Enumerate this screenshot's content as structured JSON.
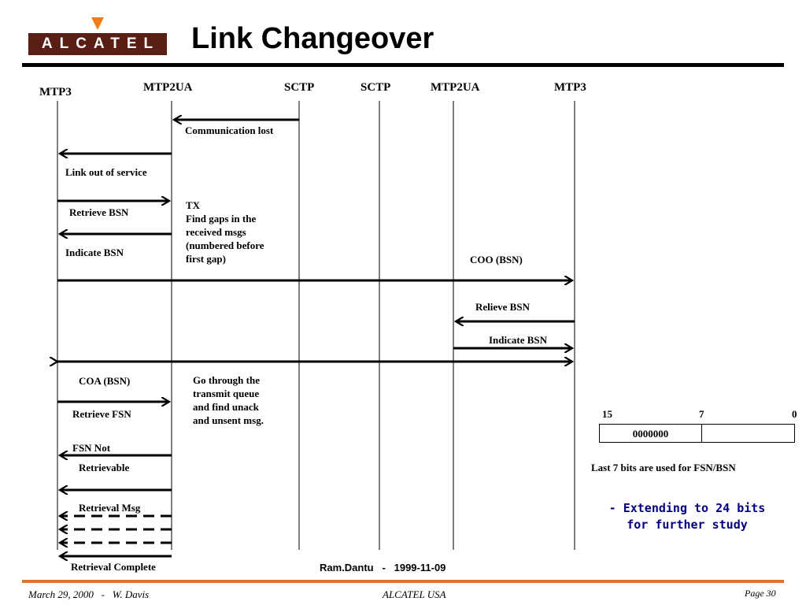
{
  "header": {
    "logo_text": "ALCATEL",
    "title": "Link Changeover"
  },
  "columns": [
    "MTP3",
    "MTP2UA",
    "SCTP",
    "SCTP",
    "MTP2UA",
    "MTP3"
  ],
  "messages": {
    "communication_lost": "Communication lost",
    "link_out_of_service": "Link out of service",
    "retrieve_bsn": "Retrieve BSN",
    "indicate_bsn_left": "Indicate BSN",
    "coo_bsn": "COO (BSN)",
    "relieve_bsn": "Relieve BSN",
    "indicate_bsn_right": "Indicate BSN",
    "coa_bsn": "COA (BSN)",
    "retrieve_fsn": "Retrieve FSN",
    "fsn_not": "FSN Not",
    "retrievable": "Retrievable",
    "retrieval_msg": "Retrieval Msg",
    "retrieval_complete": "Retrieval Complete"
  },
  "notes": {
    "tx_lines": [
      "TX",
      "Find gaps in the",
      "received msgs",
      "(numbered before",
      "first gap)"
    ],
    "transmit_lines": [
      "Go through the",
      "transmit queue",
      "and find unack",
      "and unsent msg."
    ]
  },
  "bit_field": {
    "bit_15": "15",
    "bit_7": "7",
    "bit_0": "0",
    "value": "0000000",
    "caption": "Last 7 bits are used for FSN/BSN"
  },
  "extension_note": [
    "- Extending to 24 bits",
    "for further study"
  ],
  "signature": "Ram.Dantu   -   1999-11-09",
  "footer": {
    "left": "March 29, 2000   -   W. Davis",
    "center": "ALCATEL USA",
    "right": "Page 30"
  },
  "colors": {
    "logo_background": "#5a1f14",
    "logo_accent": "#f07c1c",
    "footer_rule": "#e0742c",
    "note_text": "#000080"
  }
}
